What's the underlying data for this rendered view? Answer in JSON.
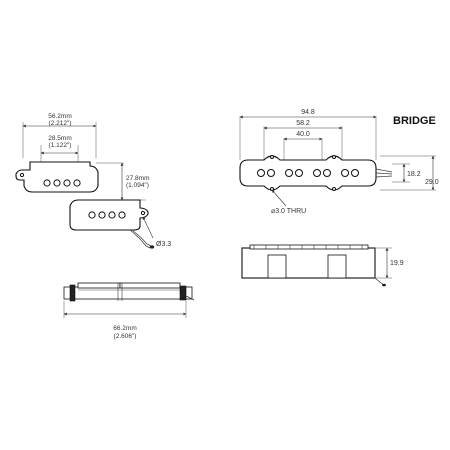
{
  "p_bass": {
    "width_mm": "56.2mm",
    "width_in": "(2.212\")",
    "pole_mm": "28.5mm",
    "pole_in": "(1.122\")",
    "depth_mm": "27.8mm",
    "depth_in": "(1.094\")",
    "diameter": "Ø3.3",
    "total_mm": "66.2mm",
    "total_in": "(2.606\")"
  },
  "bridge": {
    "title": "BRIDGE",
    "overall": "94.8",
    "mount": "58.2",
    "poles": "40.0",
    "hole": "⌀3.0 THRU",
    "height_inner": "18.2",
    "height_outer": "29.0",
    "thickness": "19.9"
  }
}
